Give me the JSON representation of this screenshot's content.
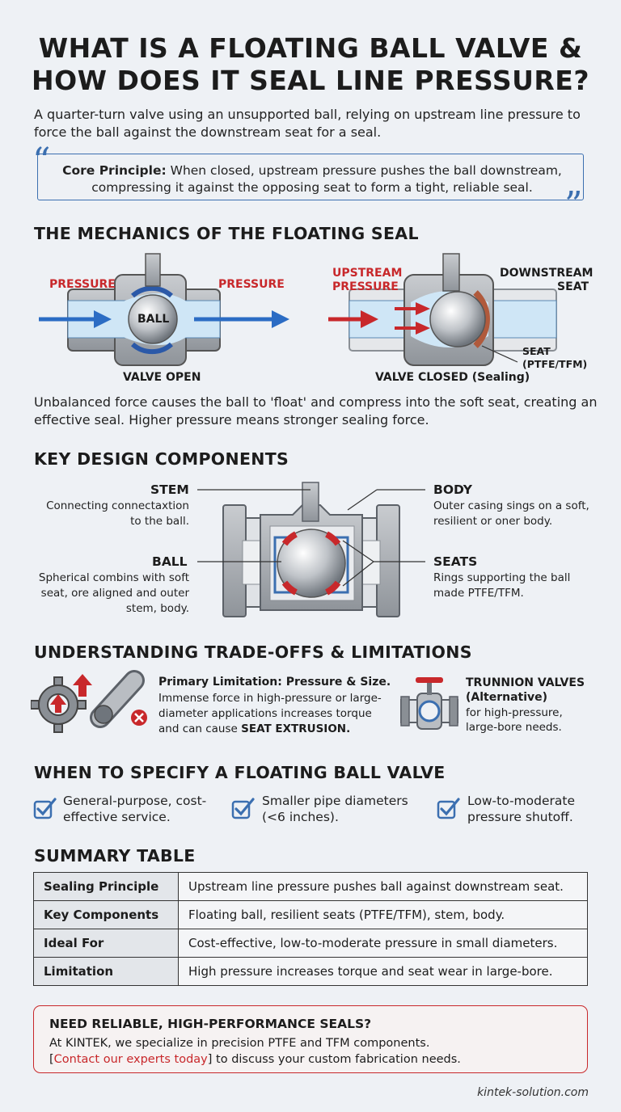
{
  "header": {
    "title_line1": "WHAT IS A FLOATING BALL VALVE &",
    "title_line2": "HOW DOES IT SEAL LINE PRESSURE?",
    "intro": "A quarter-turn valve using an unsupported ball, relying on upstream line pressure to force the ball against the downstream seat for a seal."
  },
  "core": {
    "label": "Core Principle:",
    "text": " When closed, upstream pressure pushes the ball downstream, compressing it against the opposing seat to form a tight, reliable seal."
  },
  "mechanics": {
    "heading": "THE MECHANICS OF THE FLOATING SEAL",
    "open": {
      "pressure_left": "PRESSURE",
      "pressure_right": "PRESSURE",
      "ball": "BALL",
      "caption": "VALVE OPEN"
    },
    "closed": {
      "upstream_1": "UPSTREAM",
      "upstream_2": "PRESSURE",
      "downstream_1": "DOWNSTREAM",
      "downstream_2": "SEAT",
      "seat_1": "SEAT",
      "seat_2": "(PTFE/TFM)",
      "caption": "VALVE CLOSED (Sealing)"
    },
    "explanation": "Unbalanced force causes the ball to 'float' and compress into the soft seat, creating an effective seal. Higher pressure means stronger sealing force."
  },
  "components": {
    "heading": "KEY DESIGN COMPONENTS",
    "stem": {
      "title": "STEM",
      "desc": "Connecting connectaxtion to the ball."
    },
    "ball": {
      "title": "BALL",
      "desc": "Spherical combins with soft seat, ore aligned and outer stem, body."
    },
    "body": {
      "title": "BODY",
      "desc": "Outer casing sings on a soft, resilient or oner body."
    },
    "seats": {
      "title": "SEATS",
      "desc": "Rings supporting the ball made PTFE/TFM."
    }
  },
  "tradeoffs": {
    "heading": "UNDERSTANDING TRADE-OFFS & LIMITATIONS",
    "primary_title": "Primary Limitation: Pressure & Size.",
    "primary_text": "Immense force in high-pressure or large-diameter applications increases torque and can cause ",
    "primary_bold": "SEAT EXTRUSION.",
    "alt_title_1": "TRUNNION VALVES",
    "alt_title_2": "(Alternative)",
    "alt_text": "for high-pressure, large-bore needs."
  },
  "specify": {
    "heading": "WHEN TO SPECIFY A FLOATING BALL VALVE",
    "items": [
      "General-purpose, cost-effective service.",
      "Smaller pipe diameters (<6 inches).",
      "Low-to-moderate pressure shutoff."
    ]
  },
  "summary": {
    "heading": "SUMMARY TABLE",
    "rows": [
      {
        "key": "Sealing Principle",
        "value": "Upstream line pressure pushes ball against downstream seat."
      },
      {
        "key": "Key Components",
        "value": "Floating ball, resilient seats (PTFE/TFM), stem, body."
      },
      {
        "key": "Ideal For",
        "value": "Cost-effective, low-to-moderate pressure in small diameters."
      },
      {
        "key": "Limitation",
        "value": "High pressure increases torque and seat wear in large-bore."
      }
    ]
  },
  "cta": {
    "title": "NEED RELIABLE, HIGH-PERFORMANCE SEALS?",
    "line1": "At KINTEK, we specialize in precision PTFE and TFM components.",
    "link_open": "[",
    "link_text": "Contact our experts today",
    "link_close": "]",
    "line2_rest": " to discuss your custom fabrication needs."
  },
  "footer": "kintek-solution.com",
  "colors": {
    "accent_blue": "#3b6fb0",
    "accent_red": "#c8282b",
    "background": "#eef1f5"
  }
}
